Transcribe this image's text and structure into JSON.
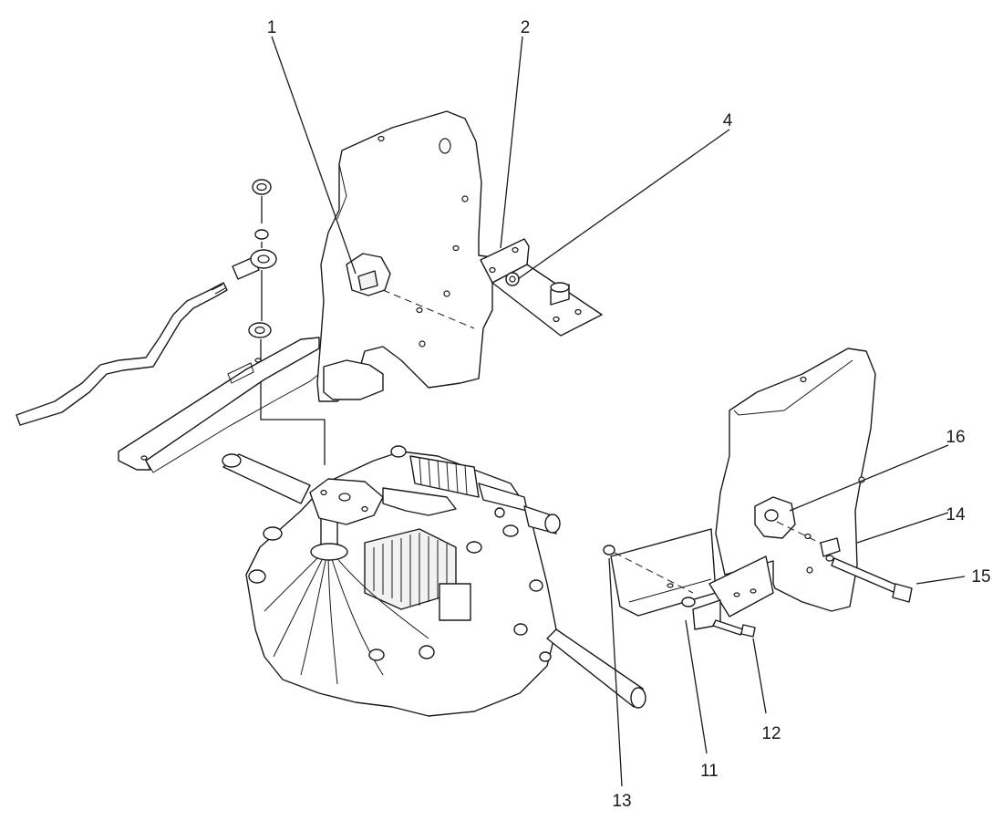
{
  "diagram": {
    "callouts": [
      {
        "id": "1",
        "label": "1"
      },
      {
        "id": "2",
        "label": "2"
      },
      {
        "id": "4",
        "label": "4"
      },
      {
        "id": "16",
        "label": "16"
      },
      {
        "id": "14",
        "label": "14"
      },
      {
        "id": "15",
        "label": "15"
      },
      {
        "id": "12",
        "label": "12"
      },
      {
        "id": "11",
        "label": "11"
      },
      {
        "id": "13",
        "label": "13"
      }
    ]
  }
}
